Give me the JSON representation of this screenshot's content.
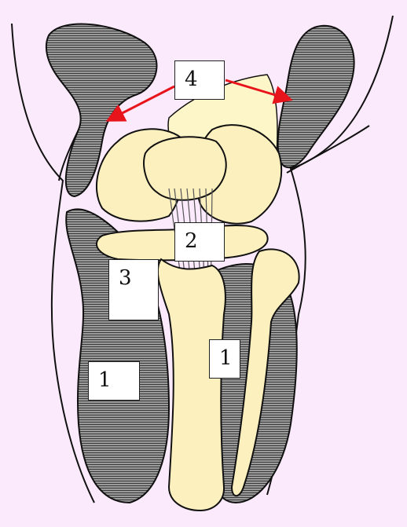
{
  "labels": {
    "label_4": "4",
    "label_2": "2",
    "label_3": "3",
    "label_1_left": "1",
    "label_1_right": "1"
  },
  "colors": {
    "background": "#fbeafb",
    "bone": "#fdf0bf",
    "muscle": "#8f8f8f",
    "outline": "#111111",
    "arrow": "#e8141b"
  }
}
